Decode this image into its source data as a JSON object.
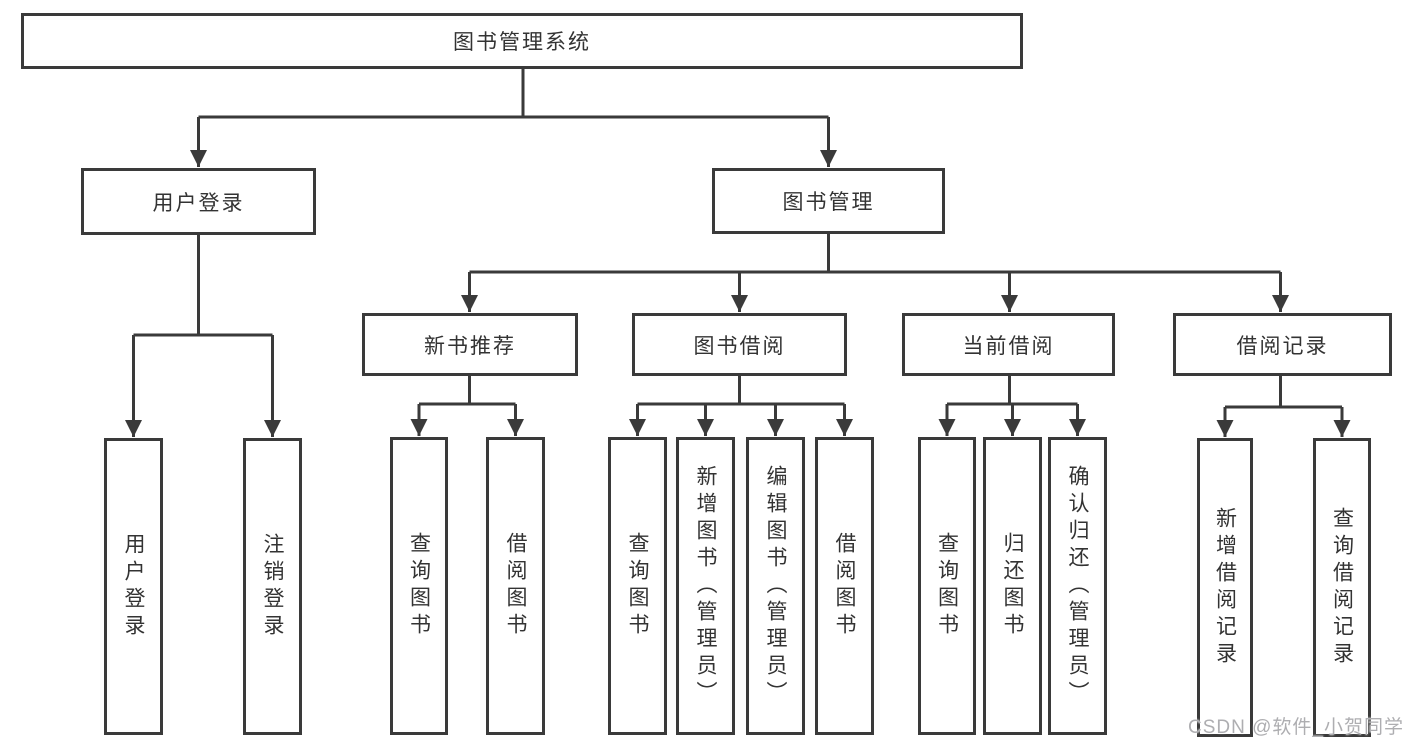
{
  "diagram": {
    "tree": {
      "root": {
        "label": "图书管理系统"
      },
      "children": [
        {
          "label": "用户登录",
          "children": [
            {
              "label": "用户登录"
            },
            {
              "label": "注销登录"
            }
          ]
        },
        {
          "label": "图书管理",
          "children": [
            {
              "label": "新书推荐",
              "children": [
                {
                  "label": "查询图书"
                },
                {
                  "label": "借阅图书"
                }
              ]
            },
            {
              "label": "图书借阅",
              "children": [
                {
                  "label": "查询图书"
                },
                {
                  "label": "新增图书（管理员）"
                },
                {
                  "label": "编辑图书（管理员）"
                },
                {
                  "label": "借阅图书"
                }
              ]
            },
            {
              "label": "当前借阅",
              "children": [
                {
                  "label": "查询图书"
                },
                {
                  "label": "归还图书"
                },
                {
                  "label": "确认归还（管理员）"
                }
              ]
            },
            {
              "label": "借阅记录",
              "children": [
                {
                  "label": "新增借阅记录"
                },
                {
                  "label": "查询借阅记录"
                }
              ]
            }
          ]
        }
      ]
    },
    "colors": {
      "line": "#3a3a3a",
      "text": "#333333",
      "background": "#ffffff",
      "watermark": "#aeaeb1"
    }
  },
  "watermark": {
    "text": "CSDN @软件_小贺同学"
  }
}
